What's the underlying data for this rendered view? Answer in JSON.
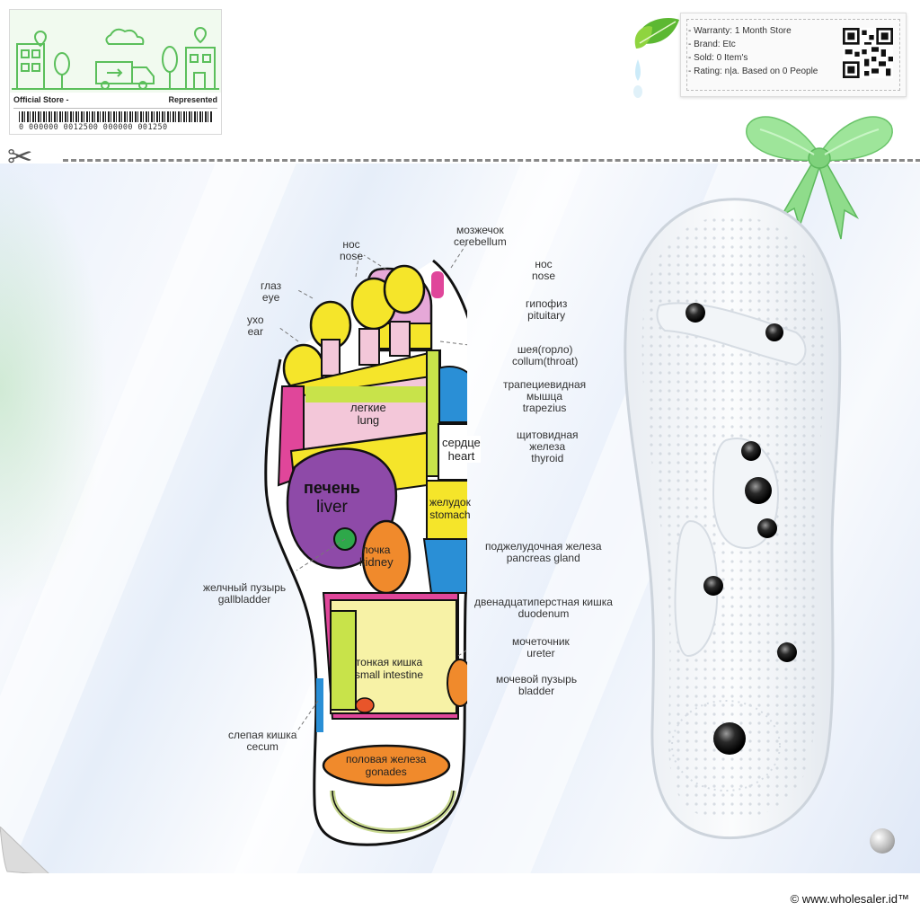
{
  "store_card": {
    "left_label": "Official Store -",
    "right_label": "Represented",
    "barcode_number": "0 000000 0012500 000000 001250"
  },
  "info_box": {
    "lines": [
      "- Warranty: 1 Month Store",
      "- Brand: Etc",
      "- Sold: 0 Item's",
      "- Rating: n|a. Based on 0 People"
    ]
  },
  "foot_map": {
    "labels": {
      "cerebellum": [
        "мозжечок",
        "cerebellum"
      ],
      "nose_top": [
        "нос",
        "nose"
      ],
      "nose_right": [
        "нос",
        "nose"
      ],
      "eye": [
        "глаз",
        "eye"
      ],
      "ear": [
        "ухо",
        "ear"
      ],
      "pituitary": [
        "гипофиз",
        "pituitary"
      ],
      "throat": [
        "шея(горло)",
        "collum(throat)"
      ],
      "trapezius": [
        "трапециевидная",
        "мышца",
        "trapezius"
      ],
      "thyroid": [
        "щитовидная",
        "железа",
        "thyroid"
      ],
      "pancreas": [
        "поджелудочная железа",
        "pancreas gland"
      ],
      "gallbladder": [
        "желчный пузырь",
        "gallbladder"
      ],
      "duodenum": [
        "двенадцатиперстная кишка",
        "duodenum"
      ],
      "ureter": [
        "мочеточник",
        "ureter"
      ],
      "bladder": [
        "мочевой пузырь",
        "bladder"
      ],
      "cecum": [
        "слепая кишка",
        "cecum"
      ]
    },
    "zones": {
      "lung": [
        "легкие",
        "lung"
      ],
      "heart": [
        "сердце",
        "heart"
      ],
      "liver": [
        "печень",
        "liver"
      ],
      "stomach": [
        "желудок",
        "stomach"
      ],
      "kidney": [
        "почка",
        "kidney"
      ],
      "intestine": [
        "тонкая кишка",
        "small intestine"
      ],
      "gonades": [
        "половая железа",
        "gonades"
      ]
    }
  },
  "footer": {
    "copyright": "© www.wholesaler.id™"
  },
  "colors": {
    "yellow": "#f5e52a",
    "magenta": "#e0469a",
    "pink": "#f3c7d9",
    "purple": "#8e4aa8",
    "green": "#c8e34a",
    "orange": "#f08a2c",
    "blue": "#2a8fd6",
    "light_yellow": "#f7f2a6",
    "pale_green": "#dff0a0"
  }
}
